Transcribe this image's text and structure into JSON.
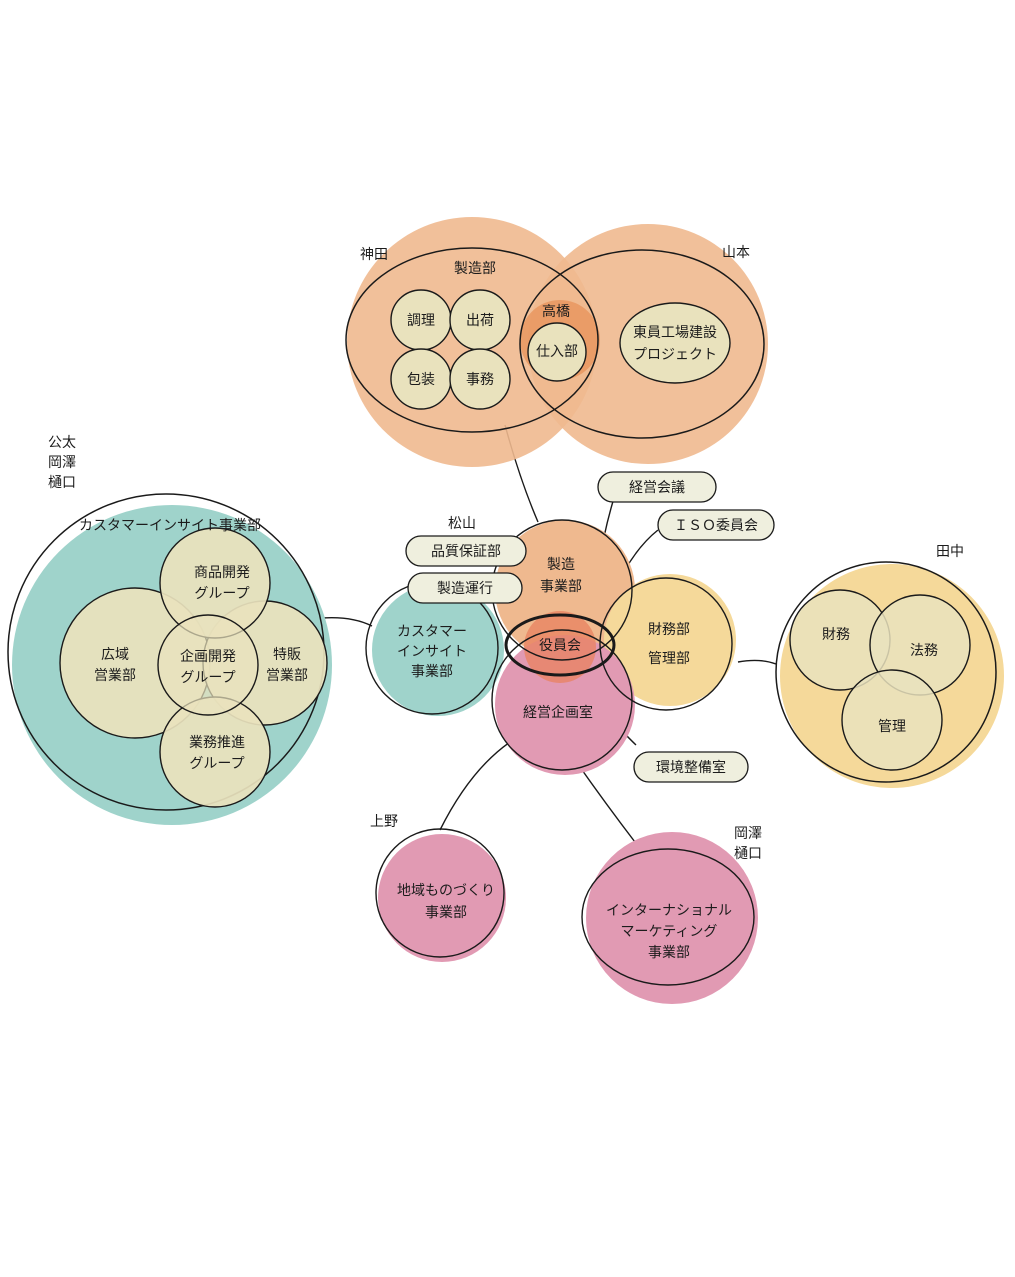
{
  "colors": {
    "orange": "#efb98f",
    "orange_dark": "#e8955c",
    "teal": "#9fd3cb",
    "cream": "#e9e2bd",
    "yellow": "#f5d99a",
    "pink": "#e19ab3",
    "pill": "#efefde",
    "stroke": "#1a1a1a"
  },
  "people": {
    "kanda": "神田",
    "yamamoto": "山本",
    "kota": "公太",
    "okazawa": "岡澤",
    "higuchi": "樋口",
    "matsuyama": "松山",
    "tanaka": "田中",
    "ueno": "上野",
    "okazawa2": "岡澤",
    "higuchi2": "樋口"
  },
  "manufacturing": {
    "title": "製造部",
    "chori": "調理",
    "shukka": "出荷",
    "hoso": "包装",
    "jimu": "事務",
    "takahashi": "高橋",
    "shiire": "仕入部",
    "project_line1": "東員工場建設",
    "project_line2": "プロジェクト"
  },
  "customer_insight": {
    "title": "カスタマーインサイト事業部",
    "shohin_line1": "商品開発",
    "shohin_line2": "グループ",
    "koiki_line1": "広域",
    "koiki_line2": "営業部",
    "kikaku_line1": "企画開発",
    "kikaku_line2": "グループ",
    "tokuhan_line1": "特販",
    "tokuhan_line2": "営業部",
    "gyomu_line1": "業務推進",
    "gyomu_line2": "グループ"
  },
  "center": {
    "quality": "品質保証部",
    "mfg_ops": "製造運行",
    "mfg_div_line1": "製造",
    "mfg_div_line2": "事業部",
    "ci_line1": "カスタマー",
    "ci_line2": "インサイト",
    "ci_line3": "事業部",
    "executive": "役員会",
    "corp_planning": "経営企画室",
    "fin_line1": "財務部",
    "fin_line2": "管理部",
    "mgmt_meeting": "経営会議",
    "iso": "ＩＳＯ委員会",
    "env": "環境整備室"
  },
  "finance": {
    "zaimu": "財務",
    "homu": "法務",
    "kanri": "管理"
  },
  "regional": {
    "line1": "地域ものづくり",
    "line2": "事業部"
  },
  "international": {
    "line1": "インターナショナル",
    "line2": "マーケティング",
    "line3": "事業部"
  }
}
